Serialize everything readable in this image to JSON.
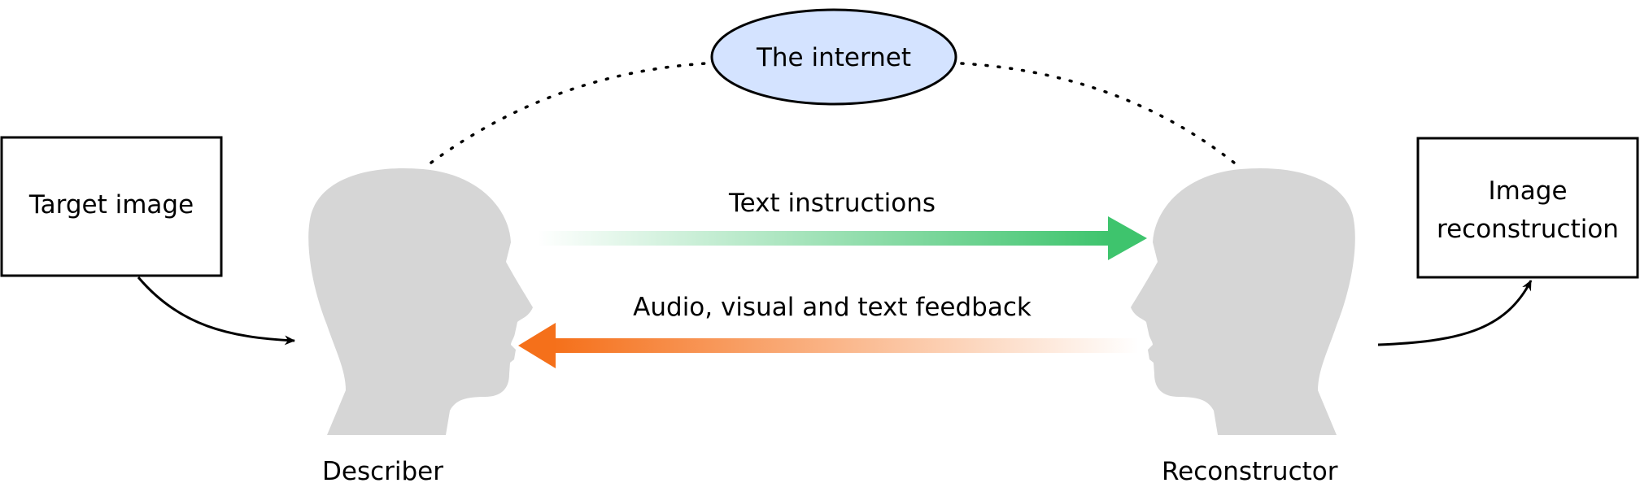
{
  "nodes": {
    "internet": {
      "label": "The internet",
      "fill_color": "#d4e3ff"
    },
    "target_image": {
      "label": "Target image"
    },
    "image_reconstruction": {
      "label_line1": "Image",
      "label_line2": "reconstruction"
    },
    "describer": {
      "label": "Describer"
    },
    "reconstructor": {
      "label": "Reconstructor"
    }
  },
  "arrows": {
    "text_instructions": {
      "label": "Text instructions",
      "color": "#3ec46d"
    },
    "feedback": {
      "label": "Audio, visual and text feedback",
      "color": "#f5701a"
    }
  },
  "colors": {
    "head": "#d6d6d6",
    "stroke": "#000000"
  }
}
